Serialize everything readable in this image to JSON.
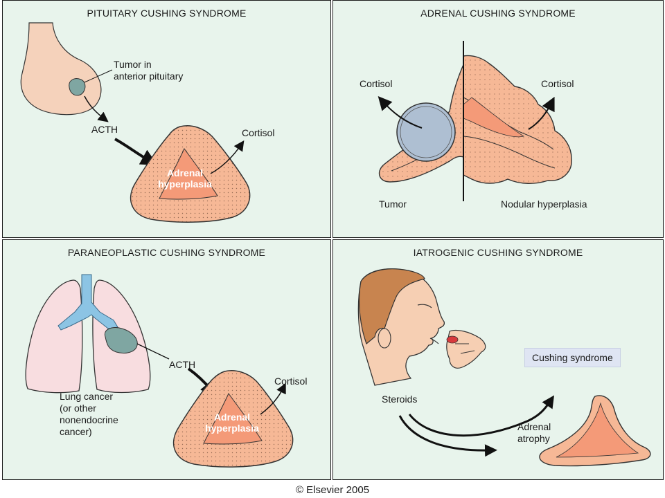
{
  "panels": {
    "pituitary": {
      "title": "PITUITARY CUSHING SYNDROME",
      "tumor_label_line1": "Tumor in",
      "tumor_label_line2": "anterior pituitary",
      "acth": "ACTH",
      "cortisol": "Cortisol",
      "adrenal_line1": "Adrenal",
      "adrenal_line2": "hyperplasia"
    },
    "adrenal": {
      "title": "ADRENAL CUSHING SYNDROME",
      "cortisol_left": "Cortisol",
      "cortisol_right": "Cortisol",
      "tumor": "Tumor",
      "nodular": "Nodular hyperplasia"
    },
    "paraneoplastic": {
      "title": "PARANEOPLASTIC CUSHING SYNDROME",
      "acth": "ACTH",
      "cortisol": "Cortisol",
      "lung_line1": "Lung cancer",
      "lung_line2": "(or other",
      "lung_line3": "nonendocrine",
      "lung_line4": "cancer)",
      "adrenal_line1": "Adrenal",
      "adrenal_line2": "hyperplasia"
    },
    "iatrogenic": {
      "title": "IATROGENIC CUSHING SYNDROME",
      "cushing_box": "Cushing syndrome",
      "steroids": "Steroids",
      "atrophy_line1": "Adrenal",
      "atrophy_line2": "atrophy"
    }
  },
  "copyright": "© Elsevier 2005",
  "colors": {
    "panel_bg": "#e8f4ec",
    "gland_fill": "#f6b896",
    "gland_inner": "#f49a78",
    "pituitary_fill": "#f5d2bb",
    "tumor_fill": "#7fa6a2",
    "adrenal_tumor_fill": "#aebfd2",
    "bronchi": "#8cc4e4",
    "lung_fill": "#f8dde0",
    "skin": "#f6cfb3",
    "hair": "#c8844f",
    "pill": "#d8393c"
  }
}
